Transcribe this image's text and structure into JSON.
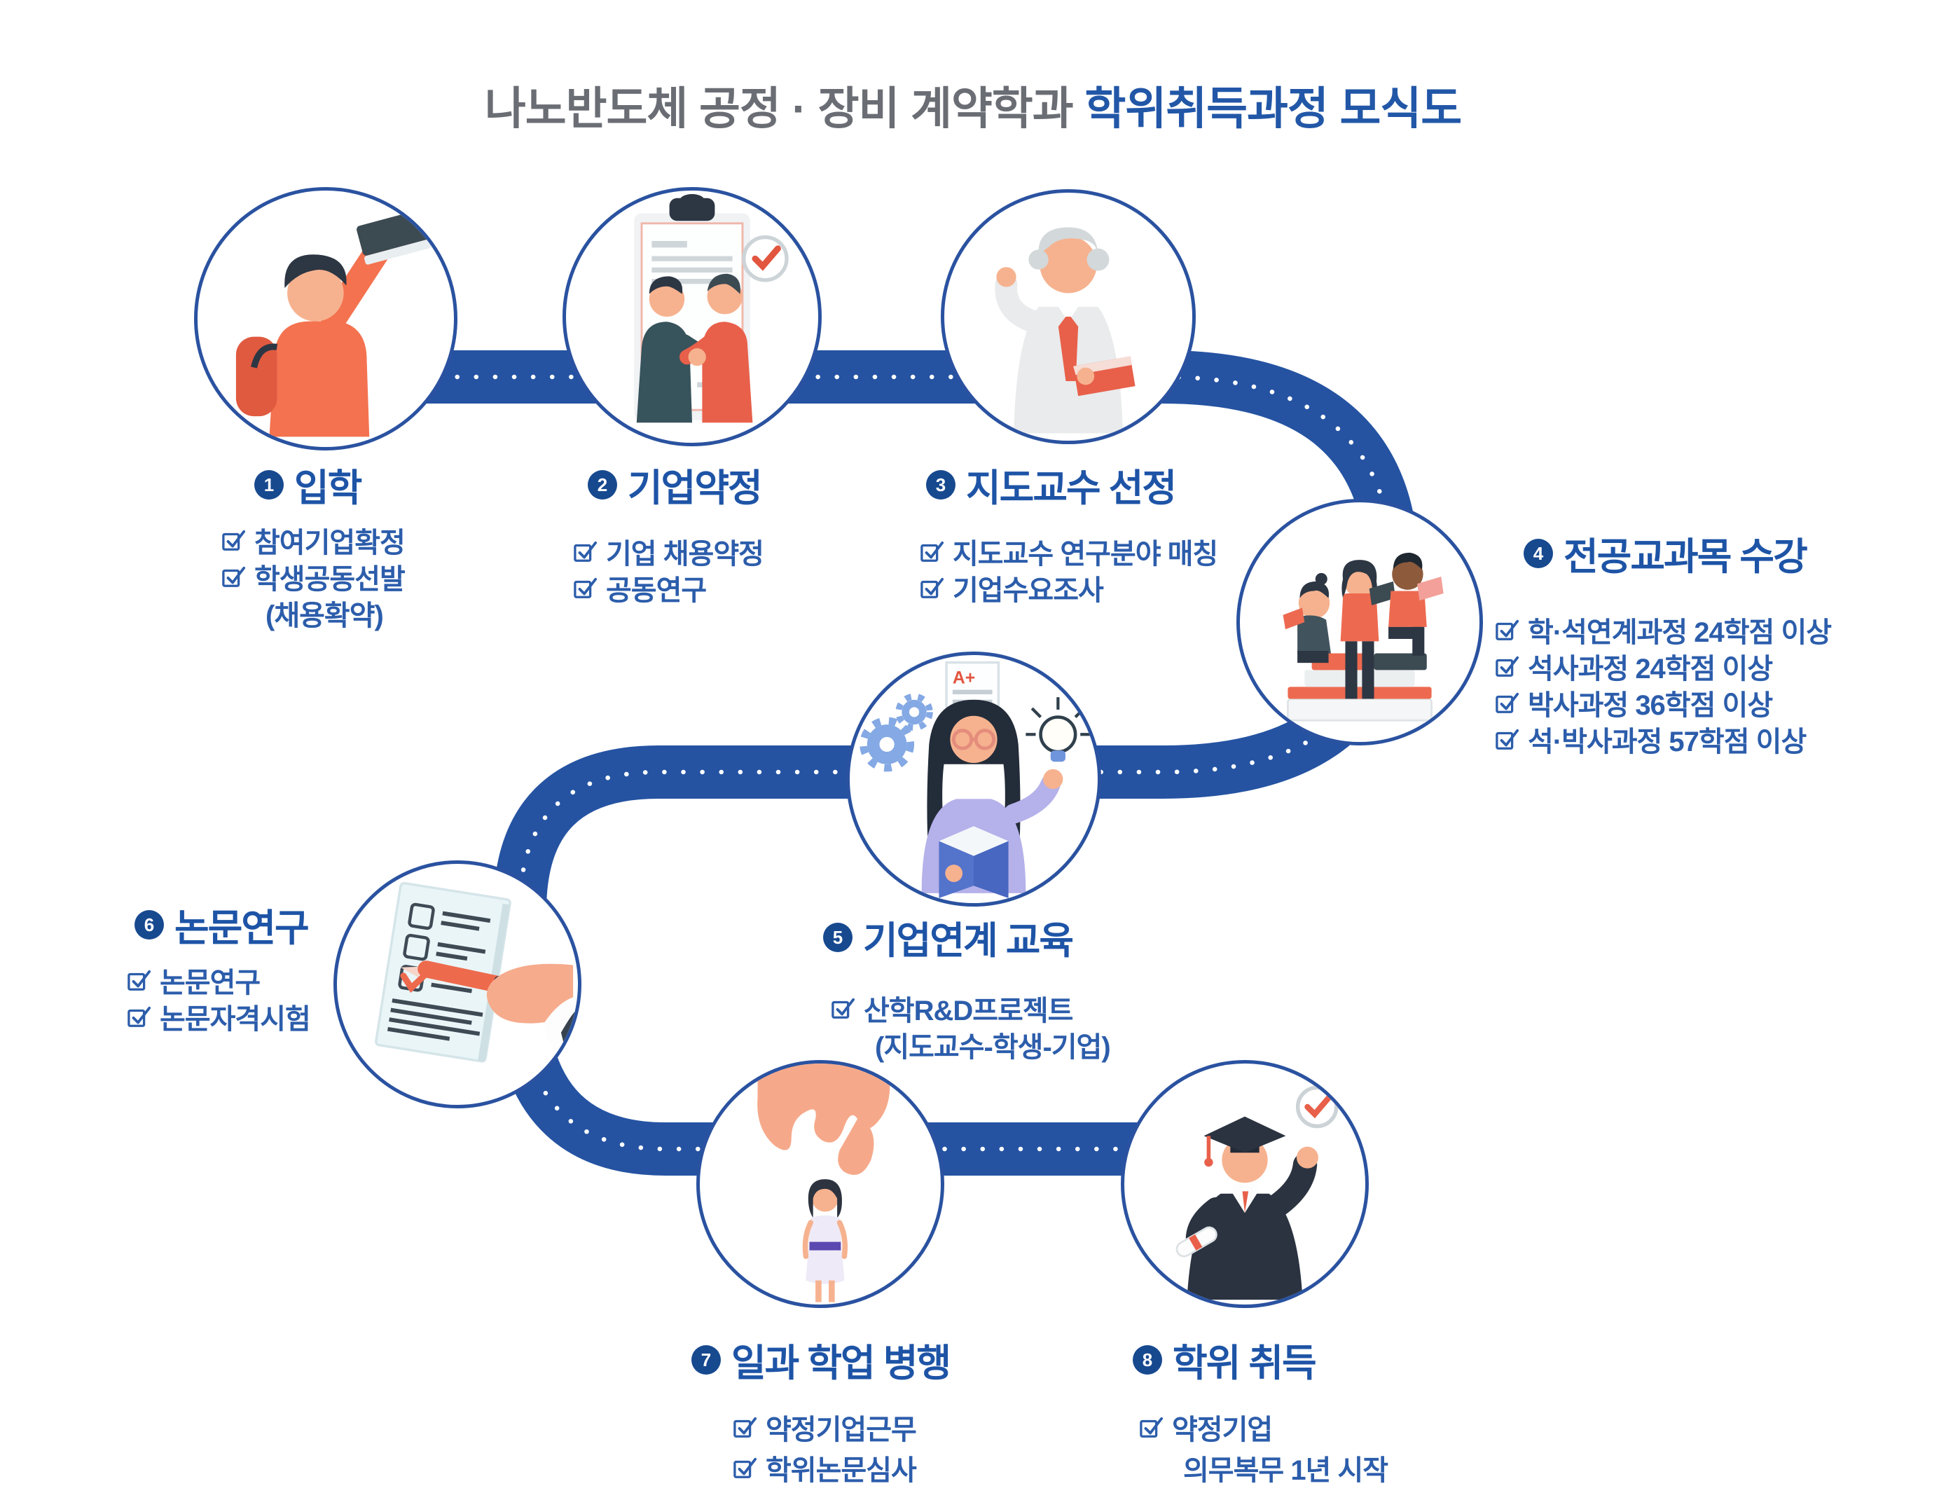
{
  "title": {
    "prefix": "나노반도체 공정 · 장비 계약학과 ",
    "highlight": "학위취득과정 모식도"
  },
  "colors": {
    "road_blue": "#2553a2",
    "circle_border_blue": "#2a52a0",
    "badge_navy": "#17498f",
    "heading_blue": "#1e54a6",
    "item_blue": "#2c5dab",
    "title_gray": "#6a6e74",
    "title_blue": "#2257a7",
    "accent_red": "#e8604a"
  },
  "steps": [
    {
      "number": "1",
      "title": "입학",
      "illustration": "student-admission",
      "items": [
        {
          "check": true,
          "text": "참여기업확정"
        },
        {
          "check": true,
          "text": "학생공동선발"
        },
        {
          "check": false,
          "text": "(채용확약)"
        }
      ]
    },
    {
      "number": "2",
      "title": "기업약정",
      "illustration": "company-agreement-handshake",
      "items": [
        {
          "check": true,
          "text": "기업 채용약정"
        },
        {
          "check": true,
          "text": "공동연구"
        }
      ]
    },
    {
      "number": "3",
      "title": "지도교수 선정",
      "illustration": "professor",
      "items": [
        {
          "check": true,
          "text": "지도교수 연구분야 매칭"
        },
        {
          "check": true,
          "text": "기업수요조사"
        }
      ]
    },
    {
      "number": "4",
      "title": "전공교과목 수강",
      "illustration": "students-reading-books",
      "items": [
        {
          "check": true,
          "text": "학·석연계과정 24학점 이상"
        },
        {
          "check": true,
          "text": "석사과정 24학점 이상"
        },
        {
          "check": true,
          "text": "박사과정 36학점 이상"
        },
        {
          "check": true,
          "text": "석·박사과정 57학점 이상"
        }
      ]
    },
    {
      "number": "5",
      "title": "기업연계 교육",
      "illustration": "industry-linked-education",
      "items": [
        {
          "check": true,
          "text": "산학R&D프로젝트"
        },
        {
          "check": false,
          "text": "(지도교수-학생-기업)"
        }
      ]
    },
    {
      "number": "6",
      "title": "논문연구",
      "illustration": "thesis-checklist-writing",
      "items": [
        {
          "check": true,
          "text": "논문연구"
        },
        {
          "check": true,
          "text": "논문자격시험"
        }
      ]
    },
    {
      "number": "7",
      "title": "일과 학업 병행",
      "illustration": "hand-picking-worker",
      "items": [
        {
          "check": true,
          "text": "약정기업근무"
        },
        {
          "check": true,
          "text": "학위논문심사"
        }
      ]
    },
    {
      "number": "8",
      "title": "학위 취득",
      "illustration": "graduate-diploma",
      "items": [
        {
          "check": true,
          "text": "약정기업"
        },
        {
          "check": false,
          "text": "의무복무 1년 시작"
        }
      ]
    }
  ]
}
